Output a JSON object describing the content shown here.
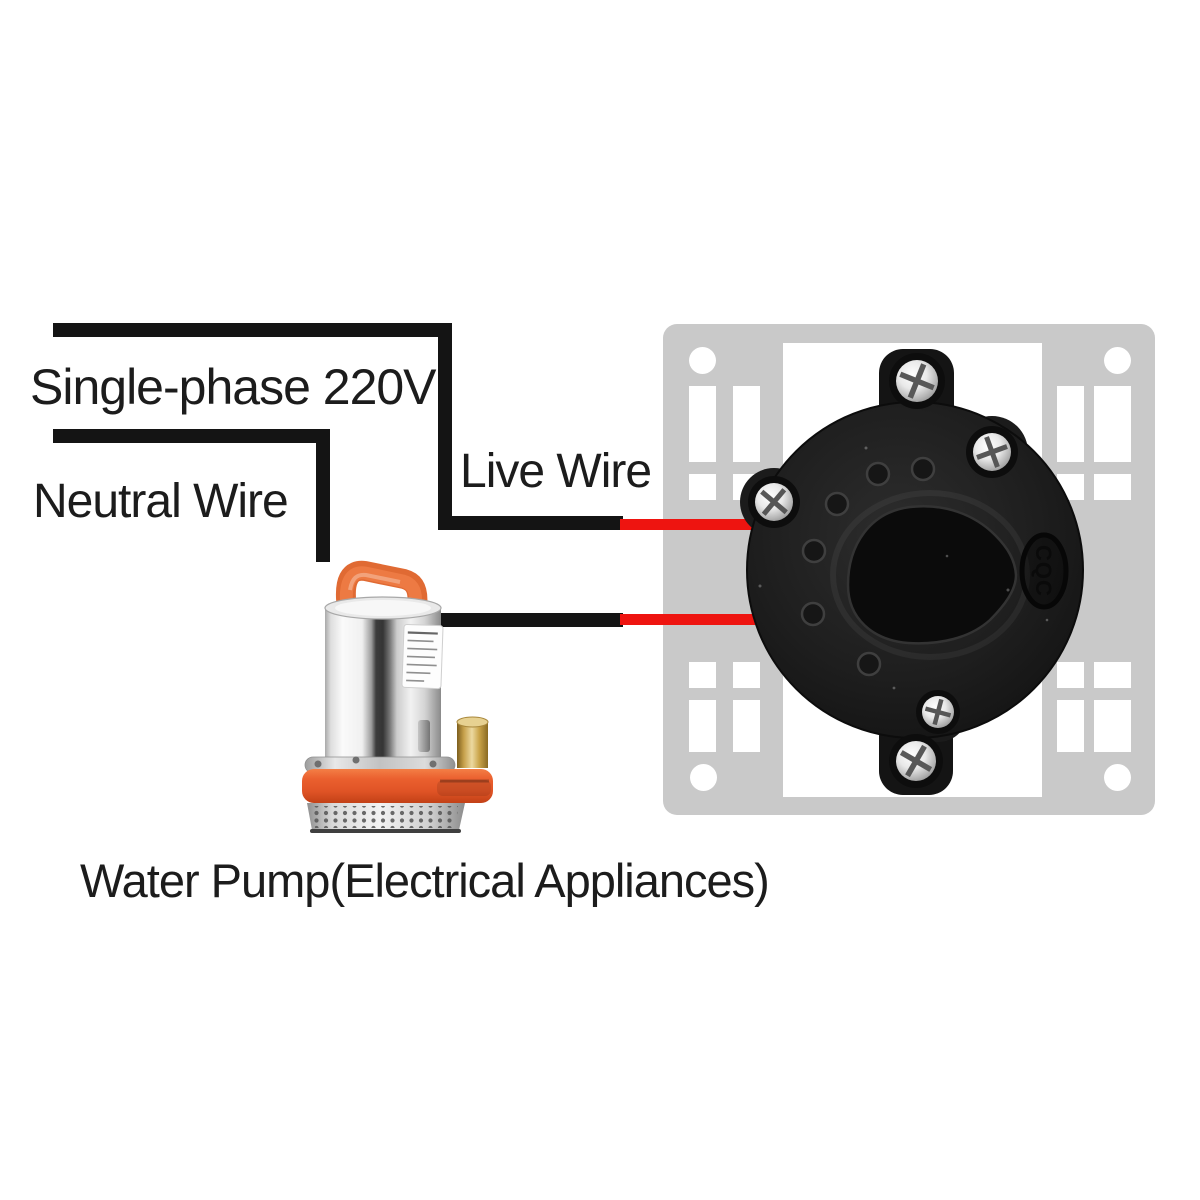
{
  "page": {
    "background": "#ffffff"
  },
  "labels": {
    "supply": "Single-phase 220V",
    "neutral": "Neutral Wire",
    "live": "Live Wire",
    "caption": "Water Pump(Electrical Appliances)"
  },
  "timer": {
    "logo": "CQC"
  },
  "colors": {
    "wire_red": "#ee1410",
    "wire_black": "#141414",
    "plate_gray": "#c9c9c9",
    "timer_body": "#1e1e1e",
    "pump_handle_orange": "#ed7a43",
    "pump_collar_orange": "#e0542a",
    "brass_outlet": "#c9a348"
  }
}
